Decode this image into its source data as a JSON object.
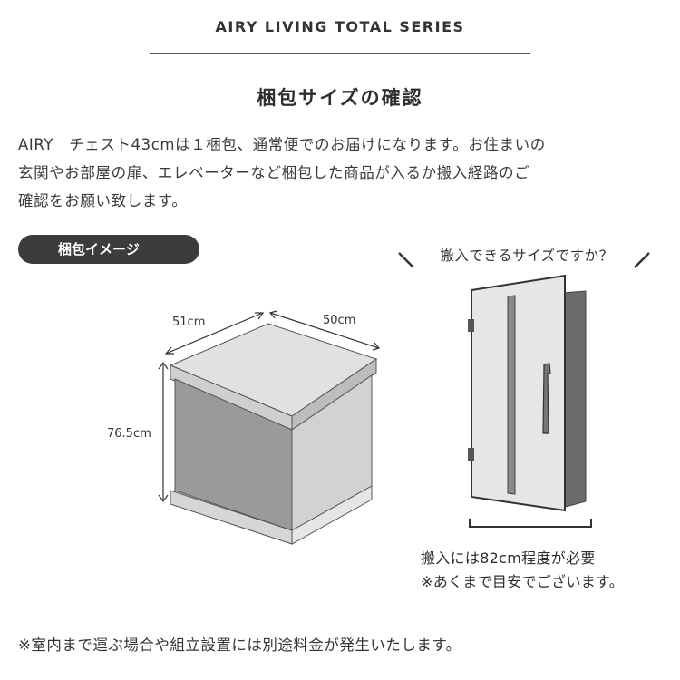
{
  "header": {
    "series": "AIRY LIVING TOTAL SERIES",
    "title": "梱包サイズの確認"
  },
  "intro": {
    "lines": [
      "AIRY　チェスト43cmは１梱包、通常便でのお届けになります。お住まいの",
      "玄関やお部屋の扉、エレベーターなど梱包した商品が入るか搬入経路のご",
      "確認をお願い致します。"
    ]
  },
  "package": {
    "label": "梱包イメージ",
    "width": "51cm",
    "depth": "50cm",
    "height": "76.5cm"
  },
  "door": {
    "question": "搬入できるサイズですか？",
    "required": "搬入には82cm程度が必要",
    "disclaimer": "※あくまで目安でございます。"
  },
  "footer": {
    "note": "※室内まで運ぶ場合や組立設置には別途料金が発生いたします。"
  }
}
